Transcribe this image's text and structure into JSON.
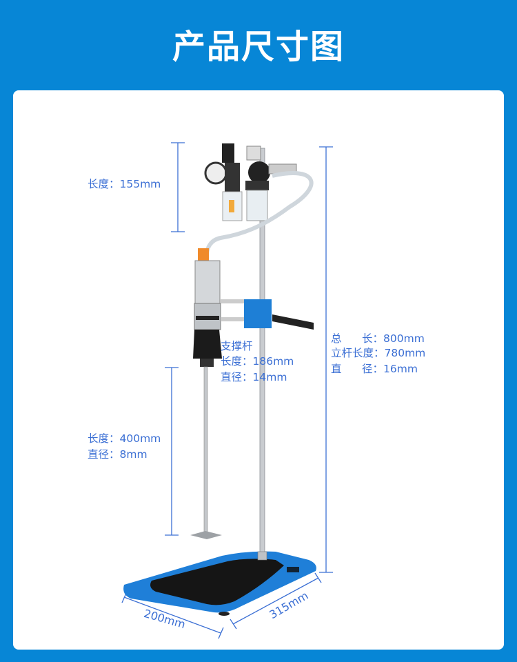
{
  "header": {
    "title": "产品尺寸图"
  },
  "colors": {
    "background": "#0786d6",
    "dimension": "#3b6fd4",
    "base": "#1f7fd8"
  },
  "dimensions": {
    "head_length": "长度：155mm",
    "shaft_length": "长度：400mm",
    "shaft_diameter": "直径：8mm",
    "support_title": "支撑杆",
    "support_length": "长度：186mm",
    "support_diameter": "直径：14mm",
    "total_length": "总      长：800mm",
    "pole_length": "立杆长度：780mm",
    "pole_diameter": "直      径：16mm",
    "base_width": "200mm",
    "base_depth": "315mm"
  }
}
